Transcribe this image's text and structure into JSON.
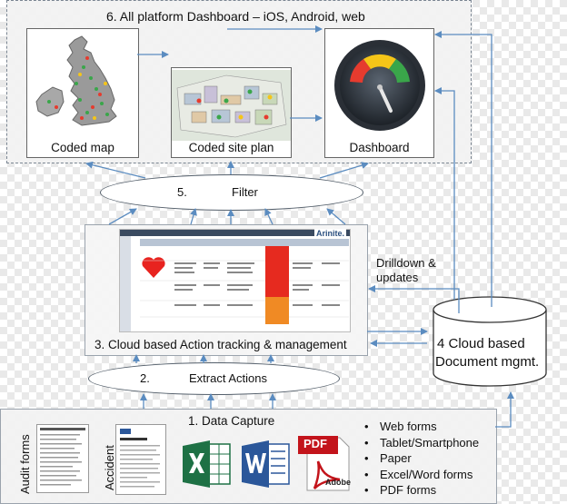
{
  "colors": {
    "arrow": "#5b8cc0",
    "panel": "#f2f2f2",
    "border": "#7a8592",
    "excel_green": "#1e7145",
    "word_blue": "#2b579a",
    "pdf_red": "#c3141b",
    "gauge_red": "#e63b2e",
    "gauge_yellow": "#f5c518",
    "gauge_green": "#3aa64a",
    "heart": "#e8231f"
  },
  "top_panel": {
    "title": "6. All platform Dashboard – iOS, Android, web"
  },
  "cards": {
    "coded_map": "Coded map",
    "coded_site_plan": "Coded site plan",
    "dashboard": "Dashboard"
  },
  "filter_ellipse": {
    "number": "5.",
    "label": "Filter"
  },
  "action_tracking": {
    "title": "3. Cloud based Action tracking & management",
    "brand": "Arinite."
  },
  "drilldown": {
    "line1": "Drilldown &",
    "line2": "updates"
  },
  "cloud_doc": {
    "line1": "4  Cloud based",
    "line2": "Document mgmt."
  },
  "extract_ellipse": {
    "number": "2.",
    "label": "Extract Actions"
  },
  "data_capture": {
    "title": "1. Data Capture",
    "audit_forms_label": "Audit forms",
    "accident_label": "Accident",
    "pdf_icon_text": "PDF",
    "adobe_text": "Adobe",
    "bullets": [
      "Web forms",
      "Tablet/Smartphone",
      "Paper",
      "Excel/Word forms",
      "PDF forms"
    ]
  }
}
